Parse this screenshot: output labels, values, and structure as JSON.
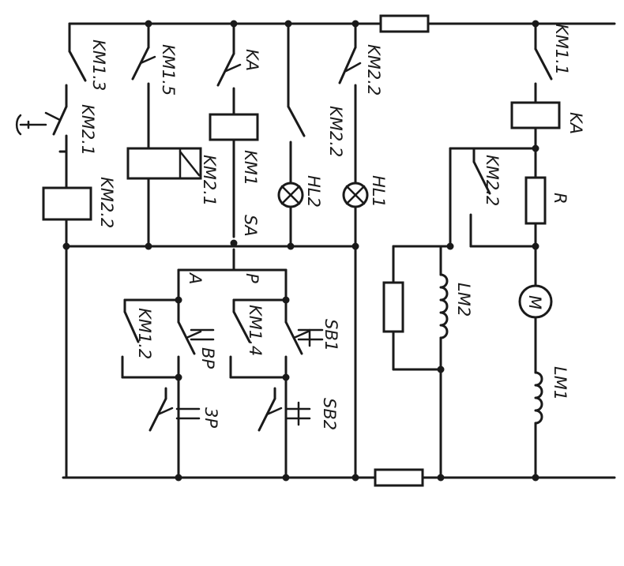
{
  "diagram": {
    "labels": {
      "km1_3": "KM1.3",
      "km2_1_left": "KM2.1",
      "km2_2_left": "KM2.2",
      "km1_5": "KM1.5",
      "ka_top": "KA",
      "km1_coil": "KM1",
      "km2_1_mid": "KM2.1",
      "sa": "SA",
      "km2_2_top": "KM2.2",
      "km2_2_mid": "KM2.2",
      "hl2": "HL2",
      "hl1": "HL1",
      "km1_1": "KM1.1",
      "ka_right": "KA",
      "km2_2_right": "KM2.2",
      "r": "R",
      "lm2": "LM2",
      "lm1": "LM1",
      "a": "A",
      "p": "P",
      "km1_2": "KM1.2",
      "km1_4": "KM1.4",
      "sb1": "SB1",
      "bp": "BP",
      "zp": "3P",
      "sb2": "SB2",
      "motor": "M"
    }
  }
}
